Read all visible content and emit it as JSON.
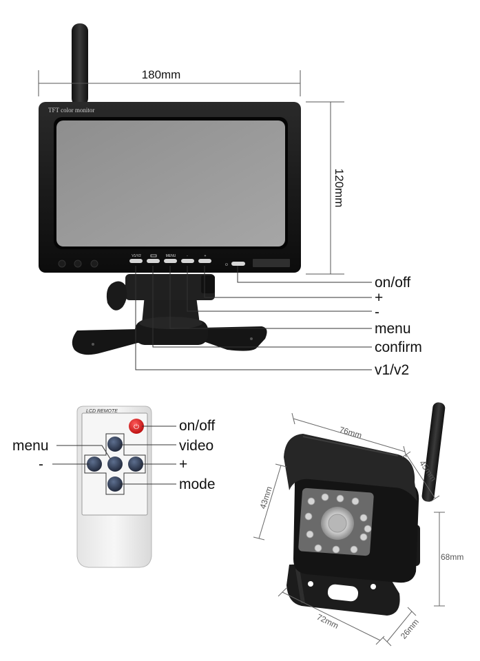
{
  "monitor": {
    "screen_label": "TFT color monitor",
    "width_dim": "180mm",
    "height_dim": "120mm",
    "button_labels": [
      "V1/V2",
      "",
      "MENU",
      "-",
      "+"
    ],
    "callouts": [
      "on/off",
      "+",
      "-",
      "menu",
      "confirm",
      "v1/v2"
    ]
  },
  "remote": {
    "title": "LCD REMOTE",
    "callouts_left": [
      "menu",
      "-"
    ],
    "callouts_right": [
      "on/off",
      "video",
      "+",
      "mode"
    ]
  },
  "camera": {
    "dims": [
      "76mm",
      "45mm",
      "43mm",
      "68mm",
      "72mm",
      "26mm"
    ]
  }
}
